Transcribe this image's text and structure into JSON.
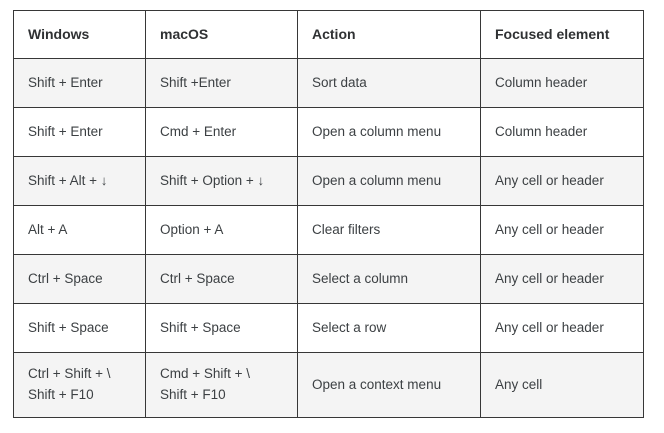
{
  "table": {
    "columns": [
      {
        "key": "windows",
        "label": "Windows"
      },
      {
        "key": "macos",
        "label": "macOS"
      },
      {
        "key": "action",
        "label": "Action"
      },
      {
        "key": "focus",
        "label": "Focused element"
      }
    ],
    "rows": [
      {
        "shaded": true,
        "tall": false,
        "windows": "Shift + Enter",
        "macos": "Shift +Enter",
        "action": "Sort data",
        "focus": "Column header"
      },
      {
        "shaded": false,
        "tall": false,
        "windows": "Shift + Enter",
        "macos": "Cmd + Enter",
        "action": "Open a column menu",
        "focus": "Column header"
      },
      {
        "shaded": true,
        "tall": false,
        "windows": "Shift + Alt + ↓",
        "macos": "Shift + Option + ↓",
        "action": "Open a column menu",
        "focus": "Any cell or header"
      },
      {
        "shaded": false,
        "tall": false,
        "windows": "Alt + A",
        "macos": "Option + A",
        "action": "Clear filters",
        "focus": "Any cell or header"
      },
      {
        "shaded": true,
        "tall": false,
        "windows": "Ctrl + Space",
        "macos": "Ctrl + Space",
        "action": "Select a column",
        "focus": "Any cell or header"
      },
      {
        "shaded": false,
        "tall": false,
        "windows": "Shift + Space",
        "macos": "Shift + Space",
        "action": "Select a row",
        "focus": "Any cell or header"
      },
      {
        "shaded": true,
        "tall": true,
        "windows_line1": "Ctrl + Shift + \\",
        "windows_line2": "Shift + F10",
        "macos_line1": "Cmd + Shift + \\",
        "macos_line2": "Shift + F10",
        "action": "Open a context menu",
        "focus": "Any cell"
      }
    ]
  },
  "colors": {
    "border": "#373737",
    "row_shaded_bg": "#f4f4f4",
    "row_plain_bg": "#ffffff",
    "header_text": "#2f3133",
    "body_text": "#3c4043",
    "page_bg": "#ffffff"
  }
}
